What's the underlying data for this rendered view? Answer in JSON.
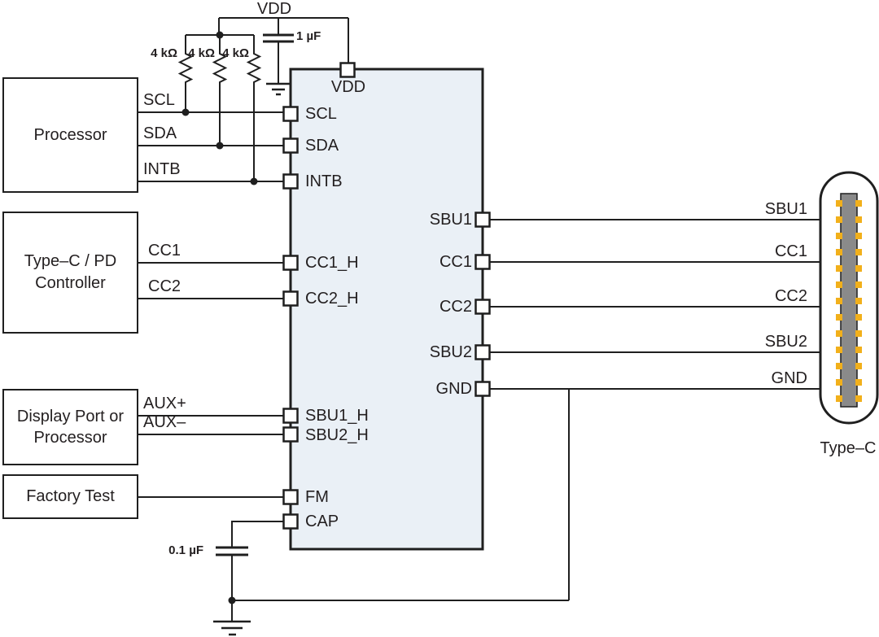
{
  "colors": {
    "chip_fill": "#eaf0f6",
    "line": "#1f1f1f",
    "pad_orange": "#f2b01b",
    "connector_gray": "#8a8a8a"
  },
  "power": {
    "vdd": "VDD",
    "bulk_cap": "1 µF",
    "r1": "4 kΩ",
    "r2": "4 kΩ",
    "r3": "4 kΩ"
  },
  "blocks": {
    "processor": "Processor",
    "typec_pd_line1": "Type–C / PD",
    "typec_pd_line2": "Controller",
    "dp_line1": "Display Port or",
    "dp_line2": "Processor",
    "factory": "Factory Test"
  },
  "bus_labels": {
    "scl": "SCL",
    "sda": "SDA",
    "intb": "INTB",
    "cc1": "CC1",
    "cc2": "CC2",
    "auxp": "AUX+",
    "auxm": "AUX–"
  },
  "chip": {
    "vdd_pin": "VDD",
    "left_pins": [
      "SCL",
      "SDA",
      "INTB",
      "CC1_H",
      "CC2_H",
      "SBU1_H",
      "SBU2_H",
      "FM",
      "CAP"
    ],
    "right_pins": [
      "SBU1",
      "CC1",
      "CC2",
      "SBU2",
      "GND"
    ]
  },
  "typec": {
    "sbu1": "SBU1",
    "cc1": "CC1",
    "cc2": "CC2",
    "sbu2": "SBU2",
    "gnd": "GND",
    "connector": "Type–C"
  },
  "bottom": {
    "bypass_cap": "0.1 µF"
  }
}
